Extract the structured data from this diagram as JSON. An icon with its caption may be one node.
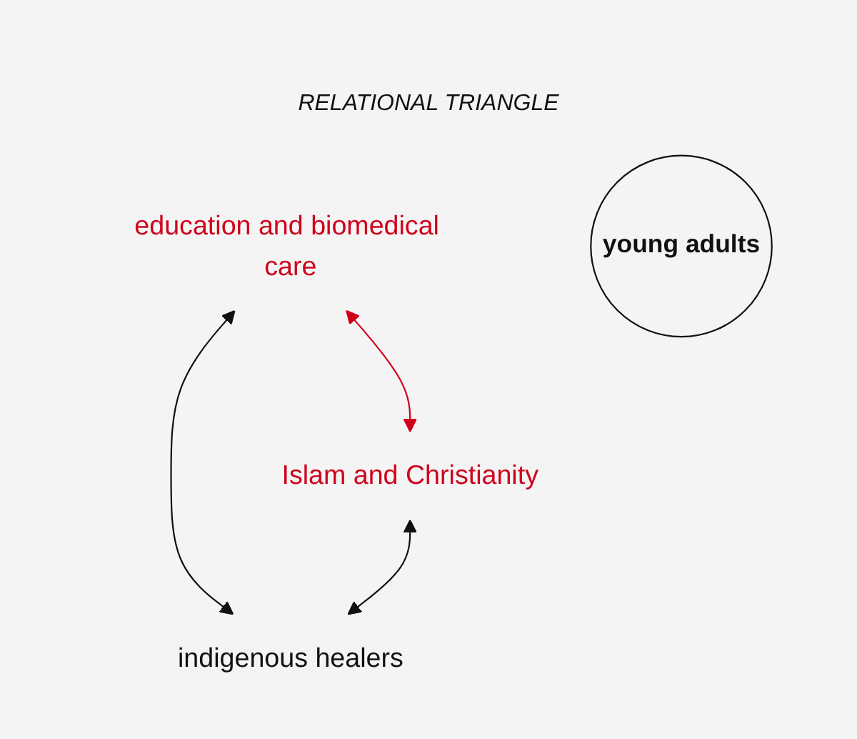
{
  "diagram": {
    "title": "RELATIONAL TRIANGLE",
    "nodes": [
      {
        "text": [
          "education and biomedical care"
        ]
      },
      {
        "text": [
          "young adults"
        ]
      },
      {
        "text": [
          "Islam and Christianity"
        ]
      },
      {
        "text": [
          "indigenous healers"
        ]
      }
    ],
    "edges": [
      {
        "from": 0,
        "to": 2,
        "arrow": "both",
        "color": "#d0021b"
      },
      {
        "from": 0,
        "to": 3,
        "arrow": "both"
      },
      {
        "from": 2,
        "to": 3,
        "arrow": "both"
      }
    ]
  }
}
